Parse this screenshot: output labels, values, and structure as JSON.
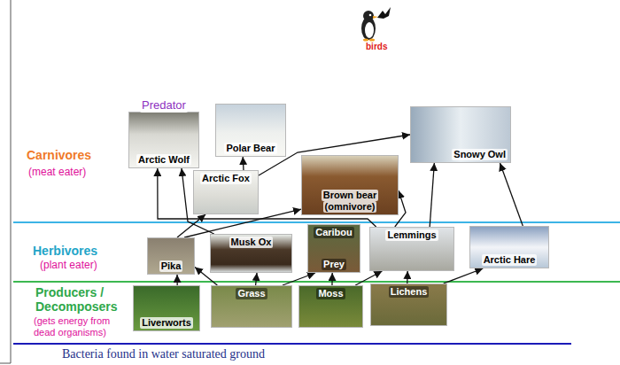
{
  "diagram": {
    "nodes": [
      {
        "text": [
          "Predator",
          "Arctic Wolf"
        ]
      },
      {
        "text": [
          "Polar Bear"
        ]
      },
      {
        "text": [
          "Snowy Owl"
        ]
      },
      {
        "text": [
          "Arctic Fox"
        ]
      },
      {
        "text": [
          "Brown bear",
          "(omnivore)"
        ]
      },
      {
        "text": [
          "Pika"
        ]
      },
      {
        "text": [
          "Musk Ox"
        ]
      },
      {
        "text": [
          "Caribou",
          "Prey"
        ]
      },
      {
        "text": [
          "Lemmings"
        ]
      },
      {
        "text": [
          "Arctic Hare"
        ]
      },
      {
        "text": [
          "Liverworts"
        ]
      },
      {
        "text": [
          "Grass"
        ]
      },
      {
        "text": [
          "Moss"
        ]
      },
      {
        "text": [
          "Lichens"
        ]
      }
    ],
    "edges": [
      {
        "from": 10,
        "to": 5,
        "arrow": "to"
      },
      {
        "from": 11,
        "to": 5,
        "arrow": "to"
      },
      {
        "from": 11,
        "to": 6,
        "arrow": "to"
      },
      {
        "from": 11,
        "to": 7,
        "arrow": "to"
      },
      {
        "from": 12,
        "to": 7,
        "arrow": "to"
      },
      {
        "from": 12,
        "to": 8,
        "arrow": "to"
      },
      {
        "from": 13,
        "to": 8,
        "arrow": "to"
      },
      {
        "from": 13,
        "to": 9,
        "arrow": "to"
      },
      {
        "from": 5,
        "to": 3,
        "arrow": "to"
      },
      {
        "from": 5,
        "to": 4,
        "arrow": "to"
      },
      {
        "from": 6,
        "to": 0,
        "arrow": "to"
      },
      {
        "from": 8,
        "to": 0,
        "arrow": "to"
      },
      {
        "from": 3,
        "to": 1,
        "arrow": "to"
      },
      {
        "from": 3,
        "to": 2,
        "arrow": "to"
      },
      {
        "from": 8,
        "to": 4,
        "arrow": "to"
      },
      {
        "from": 8,
        "to": 2,
        "arrow": "to"
      },
      {
        "from": 9,
        "to": 2,
        "arrow": "to"
      }
    ],
    "labels": [
      "birds",
      "Carnivores",
      "(meat eater)",
      "Herbivores",
      "(plant eater)",
      "Producers / Decomposers",
      "(gets energy from dead organisms)",
      "Bacteria found in water saturated ground"
    ]
  }
}
